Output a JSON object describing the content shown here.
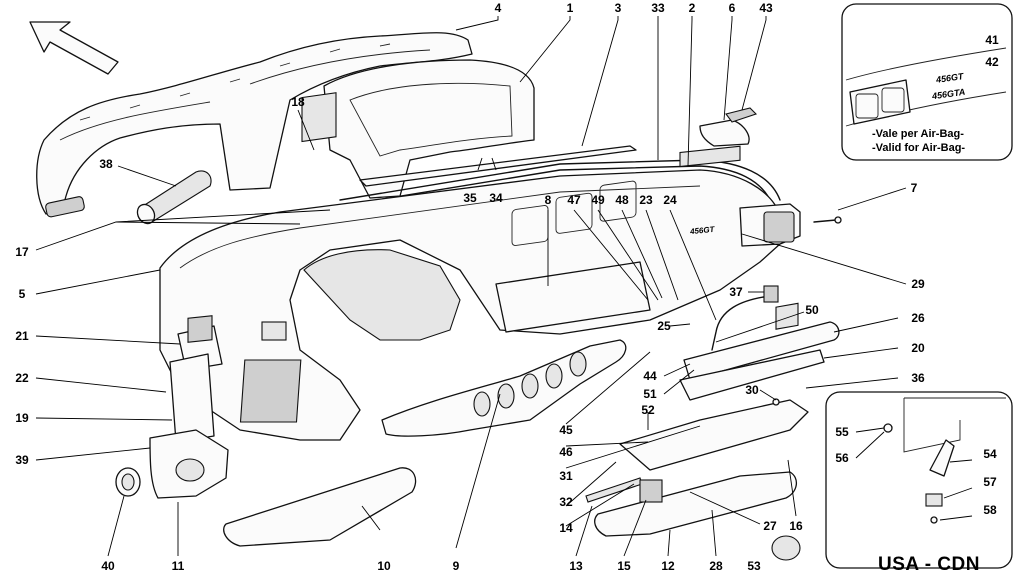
{
  "diagram": {
    "labels": [
      {
        "id": "4",
        "text": "4"
      },
      {
        "id": "1",
        "text": "1"
      },
      {
        "id": "3",
        "text": "3"
      },
      {
        "id": "33",
        "text": "33"
      },
      {
        "id": "2",
        "text": "2"
      },
      {
        "id": "6",
        "text": "6"
      },
      {
        "id": "43",
        "text": "43"
      },
      {
        "id": "41",
        "text": "41"
      },
      {
        "id": "42",
        "text": "42"
      },
      {
        "id": "18",
        "text": "18"
      },
      {
        "id": "38",
        "text": "38"
      },
      {
        "id": "35",
        "text": "35"
      },
      {
        "id": "34",
        "text": "34"
      },
      {
        "id": "7",
        "text": "7"
      },
      {
        "id": "8",
        "text": "8"
      },
      {
        "id": "47",
        "text": "47"
      },
      {
        "id": "49",
        "text": "49"
      },
      {
        "id": "48",
        "text": "48"
      },
      {
        "id": "23",
        "text": "23"
      },
      {
        "id": "24",
        "text": "24"
      },
      {
        "id": "17",
        "text": "17"
      },
      {
        "id": "29",
        "text": "29"
      },
      {
        "id": "5",
        "text": "5"
      },
      {
        "id": "37",
        "text": "37"
      },
      {
        "id": "25",
        "text": "25"
      },
      {
        "id": "50",
        "text": "50"
      },
      {
        "id": "26",
        "text": "26"
      },
      {
        "id": "21",
        "text": "21"
      },
      {
        "id": "20",
        "text": "20"
      },
      {
        "id": "44",
        "text": "44"
      },
      {
        "id": "22",
        "text": "22"
      },
      {
        "id": "36",
        "text": "36"
      },
      {
        "id": "51",
        "text": "51"
      },
      {
        "id": "30",
        "text": "30"
      },
      {
        "id": "52",
        "text": "52"
      },
      {
        "id": "19",
        "text": "19"
      },
      {
        "id": "45",
        "text": "45"
      },
      {
        "id": "55",
        "text": "55"
      },
      {
        "id": "46",
        "text": "46"
      },
      {
        "id": "54",
        "text": "54"
      },
      {
        "id": "56",
        "text": "56"
      },
      {
        "id": "39",
        "text": "39"
      },
      {
        "id": "31",
        "text": "31"
      },
      {
        "id": "57",
        "text": "57"
      },
      {
        "id": "32",
        "text": "32"
      },
      {
        "id": "58",
        "text": "58"
      },
      {
        "id": "14",
        "text": "14"
      },
      {
        "id": "27",
        "text": "27"
      },
      {
        "id": "16",
        "text": "16"
      },
      {
        "id": "40",
        "text": "40"
      },
      {
        "id": "11",
        "text": "11"
      },
      {
        "id": "10",
        "text": "10"
      },
      {
        "id": "9",
        "text": "9"
      },
      {
        "id": "13",
        "text": "13"
      },
      {
        "id": "15",
        "text": "15"
      },
      {
        "id": "12",
        "text": "12"
      },
      {
        "id": "28",
        "text": "28"
      },
      {
        "id": "53",
        "text": "53"
      }
    ],
    "inset_top": {
      "note_line1": "-Vale per Air-Bag-",
      "note_line2": "-Valid for Air-Bag-",
      "badge_1": "456GT",
      "badge_2": "456GTA"
    },
    "inset_bottom": {
      "region": "USA - CDN"
    },
    "dash_badge": "456GT"
  }
}
